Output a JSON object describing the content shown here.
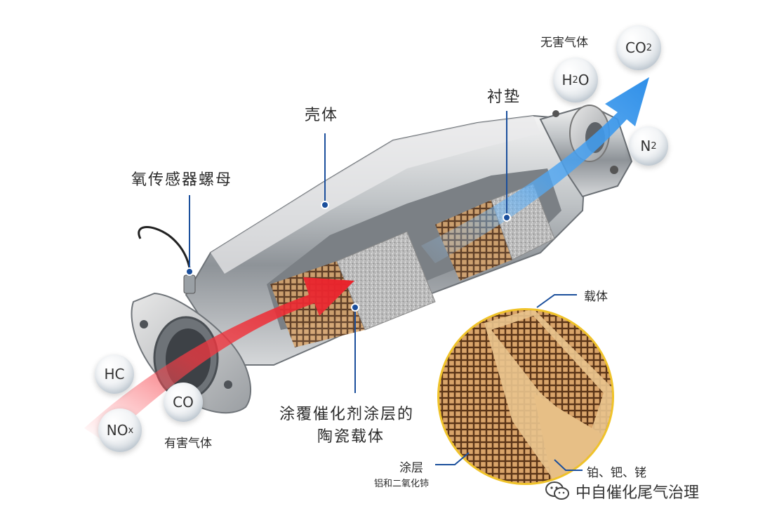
{
  "labels": {
    "shell": "壳体",
    "mat": "衬垫",
    "sensor_nut": "氧传感器螺母",
    "coated_substrate_line1": "涂覆催化剂涂层的",
    "coated_substrate_line2": "陶瓷载体",
    "substrate": "载体",
    "coating": "涂层",
    "coating_sub": "铝和二氧化铈",
    "metals": "铂、钯、铑",
    "harmless_gas": "无害气体",
    "harmful_gas": "有害气体"
  },
  "gases_in": [
    {
      "main": "HC",
      "sub": ""
    },
    {
      "main": "CO",
      "sub": ""
    },
    {
      "main": "NO",
      "sub": "x"
    }
  ],
  "gases_out": [
    {
      "main": "CO",
      "sub": "2"
    },
    {
      "main": "H",
      "sub": "2",
      "tail": "O"
    },
    {
      "main": "N",
      "sub": "2"
    }
  ],
  "watermark": "中自催化尾气治理",
  "colors": {
    "leader_line": "#1b4f9c",
    "inflow_arrow": "#e8222a",
    "outflow_arrow": "#2f8fe8",
    "ceramic": "#c8925a",
    "accent_ring": "#f0c32a"
  }
}
